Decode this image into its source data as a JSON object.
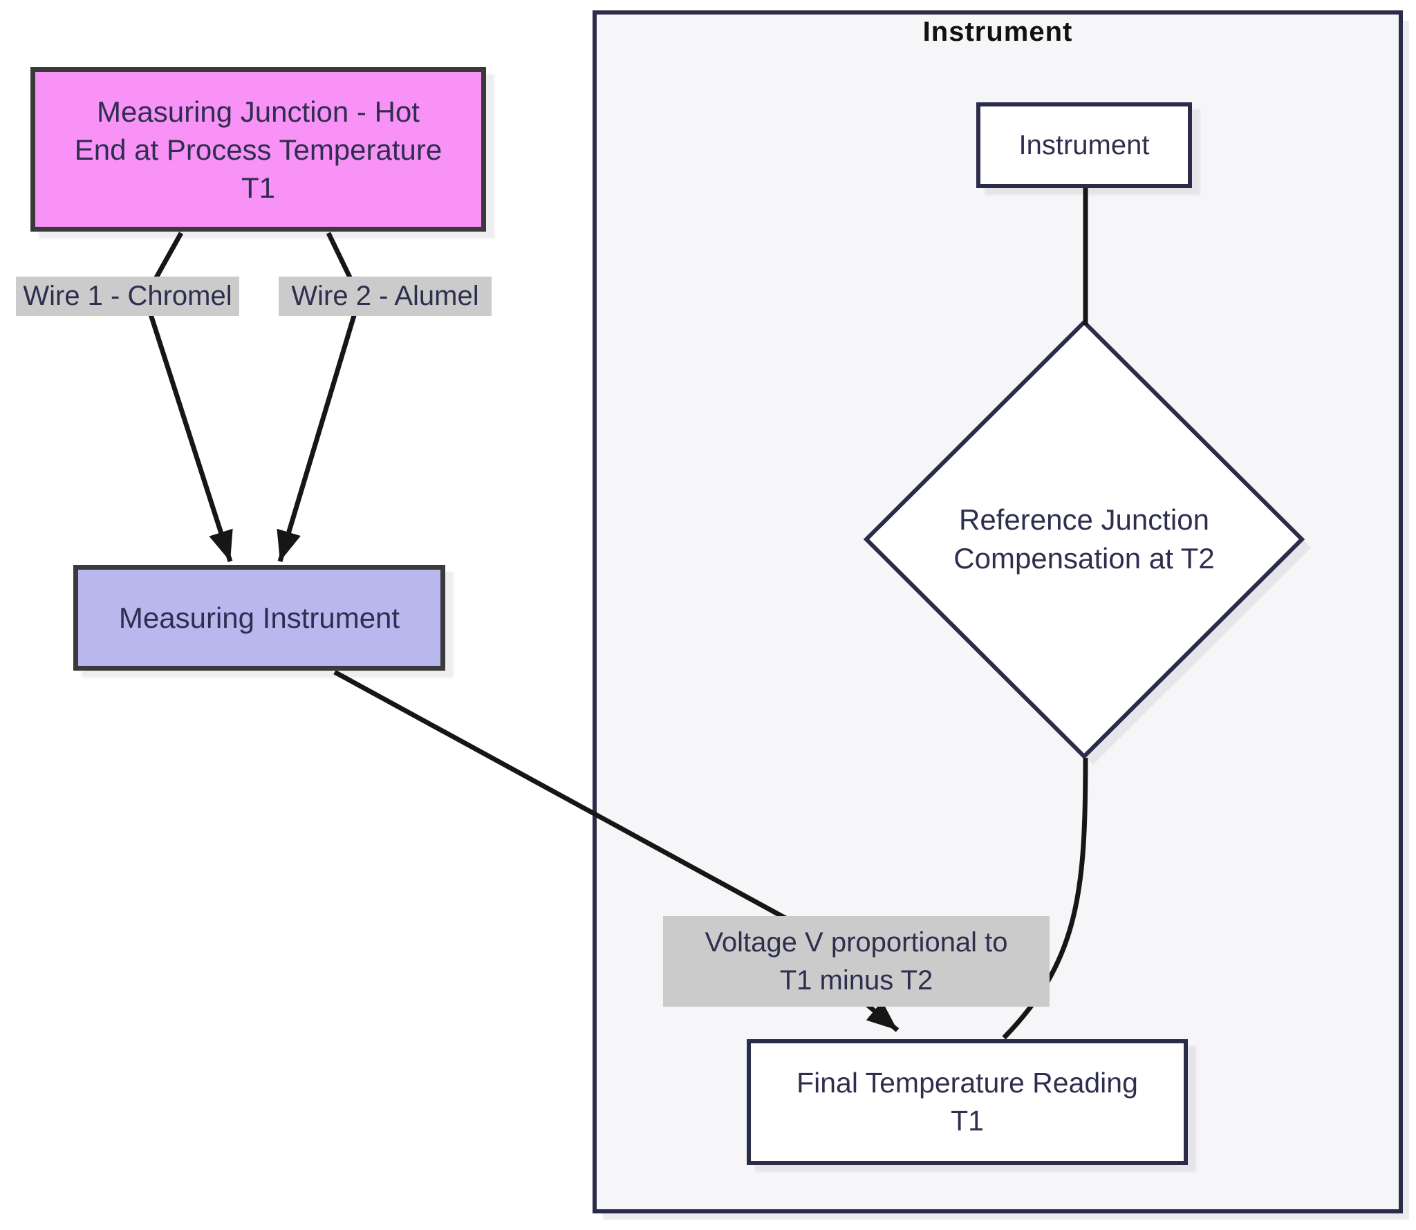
{
  "diagram": {
    "type": "flowchart",
    "subgraph": {
      "title": "Instrument"
    },
    "nodes": {
      "measuring_junction": {
        "shape": "rect",
        "fill": "#f992f7",
        "lines": [
          "Measuring Junction - Hot",
          "End at Process Temperature",
          "T1"
        ]
      },
      "measuring_instrument": {
        "shape": "rect",
        "fill": "#b8b8ef",
        "label": "Measuring Instrument"
      },
      "instrument": {
        "shape": "rect",
        "fill": "#ffffff",
        "label": "Instrument"
      },
      "reference_junction": {
        "shape": "diamond",
        "fill": "#ffffff",
        "lines": [
          "Reference Junction",
          "Compensation at T2"
        ]
      },
      "final_reading": {
        "shape": "rect",
        "fill": "#ffffff",
        "lines": [
          "Final Temperature Reading",
          "T1"
        ]
      }
    },
    "edge_labels": {
      "wire1": "Wire 1 - Chromel",
      "wire2": "Wire 2 - Alumel",
      "voltage_lines": [
        "Voltage V proportional to",
        "T1 minus T2"
      ]
    },
    "edges": [
      {
        "from": "measuring_junction",
        "to": "measuring_instrument",
        "label": "Wire 1 - Chromel",
        "arrow": true
      },
      {
        "from": "measuring_junction",
        "to": "measuring_instrument",
        "label": "Wire 2 - Alumel",
        "arrow": true
      },
      {
        "from": "measuring_instrument",
        "to": "final_reading",
        "label": "Voltage V proportional to T1 minus T2",
        "arrow": true
      },
      {
        "from": "instrument",
        "to": "reference_junction",
        "arrow": false
      },
      {
        "from": "reference_junction",
        "to": "final_reading",
        "arrow": false
      }
    ],
    "colors": {
      "hot_junction_fill": "#f992f7",
      "hot_junction_border": "#3a3a3a",
      "measuring_instrument_fill": "#b8b8ef",
      "white_node_fill": "#ffffff",
      "dark_border": "#2b2b4a",
      "edge_label_bg": "#cbcbcb",
      "subgraph_fill": "#f6f6f8",
      "edge_stroke": "#161616",
      "text": "#2e2e4f",
      "page_bg": "#ffffff"
    }
  }
}
